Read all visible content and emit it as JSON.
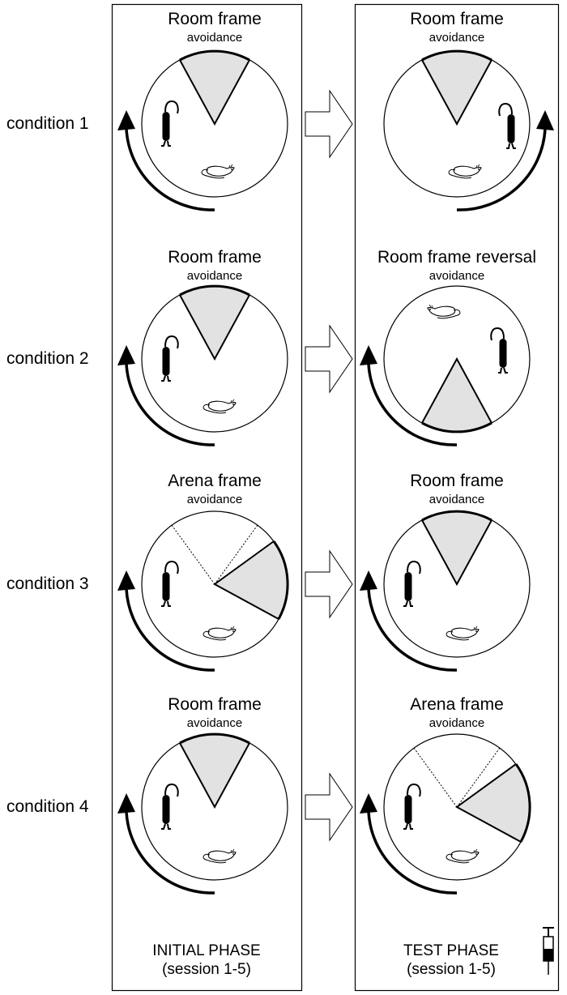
{
  "conditions": [
    {
      "label": "condition 1",
      "initial": {
        "title": "Room frame",
        "subtitle": "avoidance"
      },
      "test": {
        "title": "Room frame",
        "subtitle": "avoidance"
      }
    },
    {
      "label": "condition 2",
      "initial": {
        "title": "Room frame",
        "subtitle": "avoidance"
      },
      "test": {
        "title": "Room frame reversal",
        "subtitle": "avoidance"
      }
    },
    {
      "label": "condition 3",
      "initial": {
        "title": "Arena frame",
        "subtitle": "avoidance"
      },
      "test": {
        "title": "Room frame",
        "subtitle": "avoidance"
      }
    },
    {
      "label": "condition 4",
      "initial": {
        "title": "Room frame",
        "subtitle": "avoidance"
      },
      "test": {
        "title": "Arena frame",
        "subtitle": "avoidance"
      }
    }
  ],
  "phases": {
    "initial": {
      "line1": "INITIAL PHASE",
      "line2": "(session 1-5)"
    },
    "test": {
      "line1": "TEST PHASE",
      "line2": "(session 1-5)"
    }
  },
  "colors": {
    "sector_fill": "#e2e2e2",
    "stroke": "#000000",
    "background": "#ffffff"
  },
  "icons": [
    "rat-icon",
    "shock-electrode-icon",
    "rotation-arrow-icon",
    "syringe-icon",
    "phase-arrow-icon"
  ]
}
